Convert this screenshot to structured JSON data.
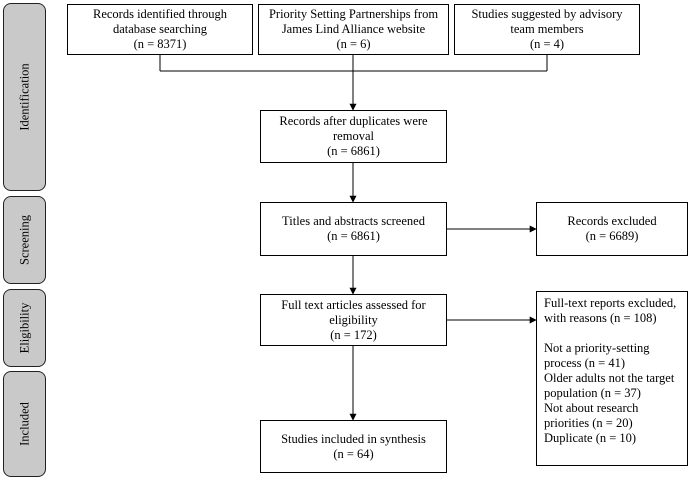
{
  "phases": [
    {
      "id": "identification",
      "label": "Identification"
    },
    {
      "id": "screening",
      "label": "Screening"
    },
    {
      "id": "eligibility",
      "label": "Eligibility"
    },
    {
      "id": "included",
      "label": "Included"
    }
  ],
  "boxes": {
    "database_records": [
      "Records identified through",
      "database searching",
      "(n = 8371)"
    ],
    "psp_records": [
      "Priority Setting Partnerships from",
      "James Lind Alliance website",
      "(n = 6)"
    ],
    "advisory_studies": [
      "Studies suggested by advisory",
      "team members",
      "(n = 4)"
    ],
    "after_duplicates": [
      "Records after duplicates were",
      "removal",
      "(n = 6861)"
    ],
    "screened": [
      "Titles and abstracts screened",
      "(n = 6861)"
    ],
    "excluded": [
      "Records excluded",
      "(n = 6689)"
    ],
    "fulltext_assessed": [
      "Full text articles assessed for",
      "eligibility",
      "(n = 172)"
    ],
    "included": [
      "Studies included in synthesis",
      "(n = 64)"
    ]
  },
  "fulltext_excluded": {
    "heading": [
      "Full-text reports excluded,",
      "with reasons (n = 108)"
    ],
    "reasons": [
      [
        "Not a priority-setting",
        "process (n = 41)"
      ],
      [
        "Older adults not the target",
        "population (n = 37)"
      ],
      [
        "Not about research",
        "priorities (n = 20)"
      ],
      [
        "Duplicate (n = 10)"
      ]
    ]
  }
}
